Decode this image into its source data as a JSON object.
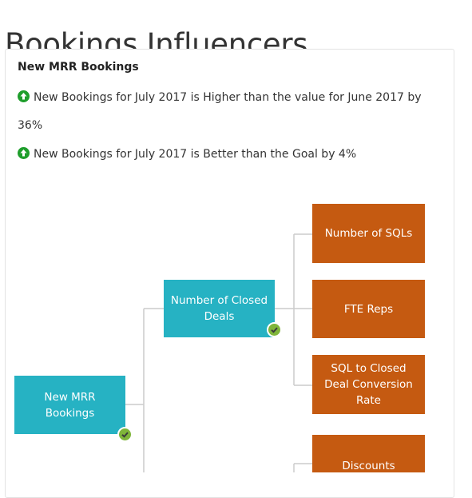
{
  "page": {
    "title": "Bookings Influencers"
  },
  "panel": {
    "title": "New MRR Bookings",
    "insights": [
      {
        "icon": "arrow-up-circle-icon",
        "text": "New Bookings for July 2017 is Higher than the value for June 2017 by 36%"
      },
      {
        "icon": "arrow-up-circle-icon",
        "text": "New Bookings for July 2017 is Better than the Goal by 4%"
      }
    ]
  },
  "tree": {
    "root": {
      "label": "New MRR Bookings",
      "status": "check-icon"
    },
    "level1": [
      {
        "label": "Number of Closed Deals",
        "status": "check-icon"
      }
    ],
    "level2": [
      {
        "label": "Number of SQLs"
      },
      {
        "label": "FTE Reps"
      },
      {
        "label": "SQL to Closed Deal Conversion Rate"
      },
      {
        "label": "Discounts"
      }
    ]
  },
  "colors": {
    "driver_node": "#26b2c3",
    "leaf_node": "#c55a11",
    "status_good": "#7fb53a",
    "trend_up": "#1f9e2c",
    "connector": "#cccccc"
  }
}
